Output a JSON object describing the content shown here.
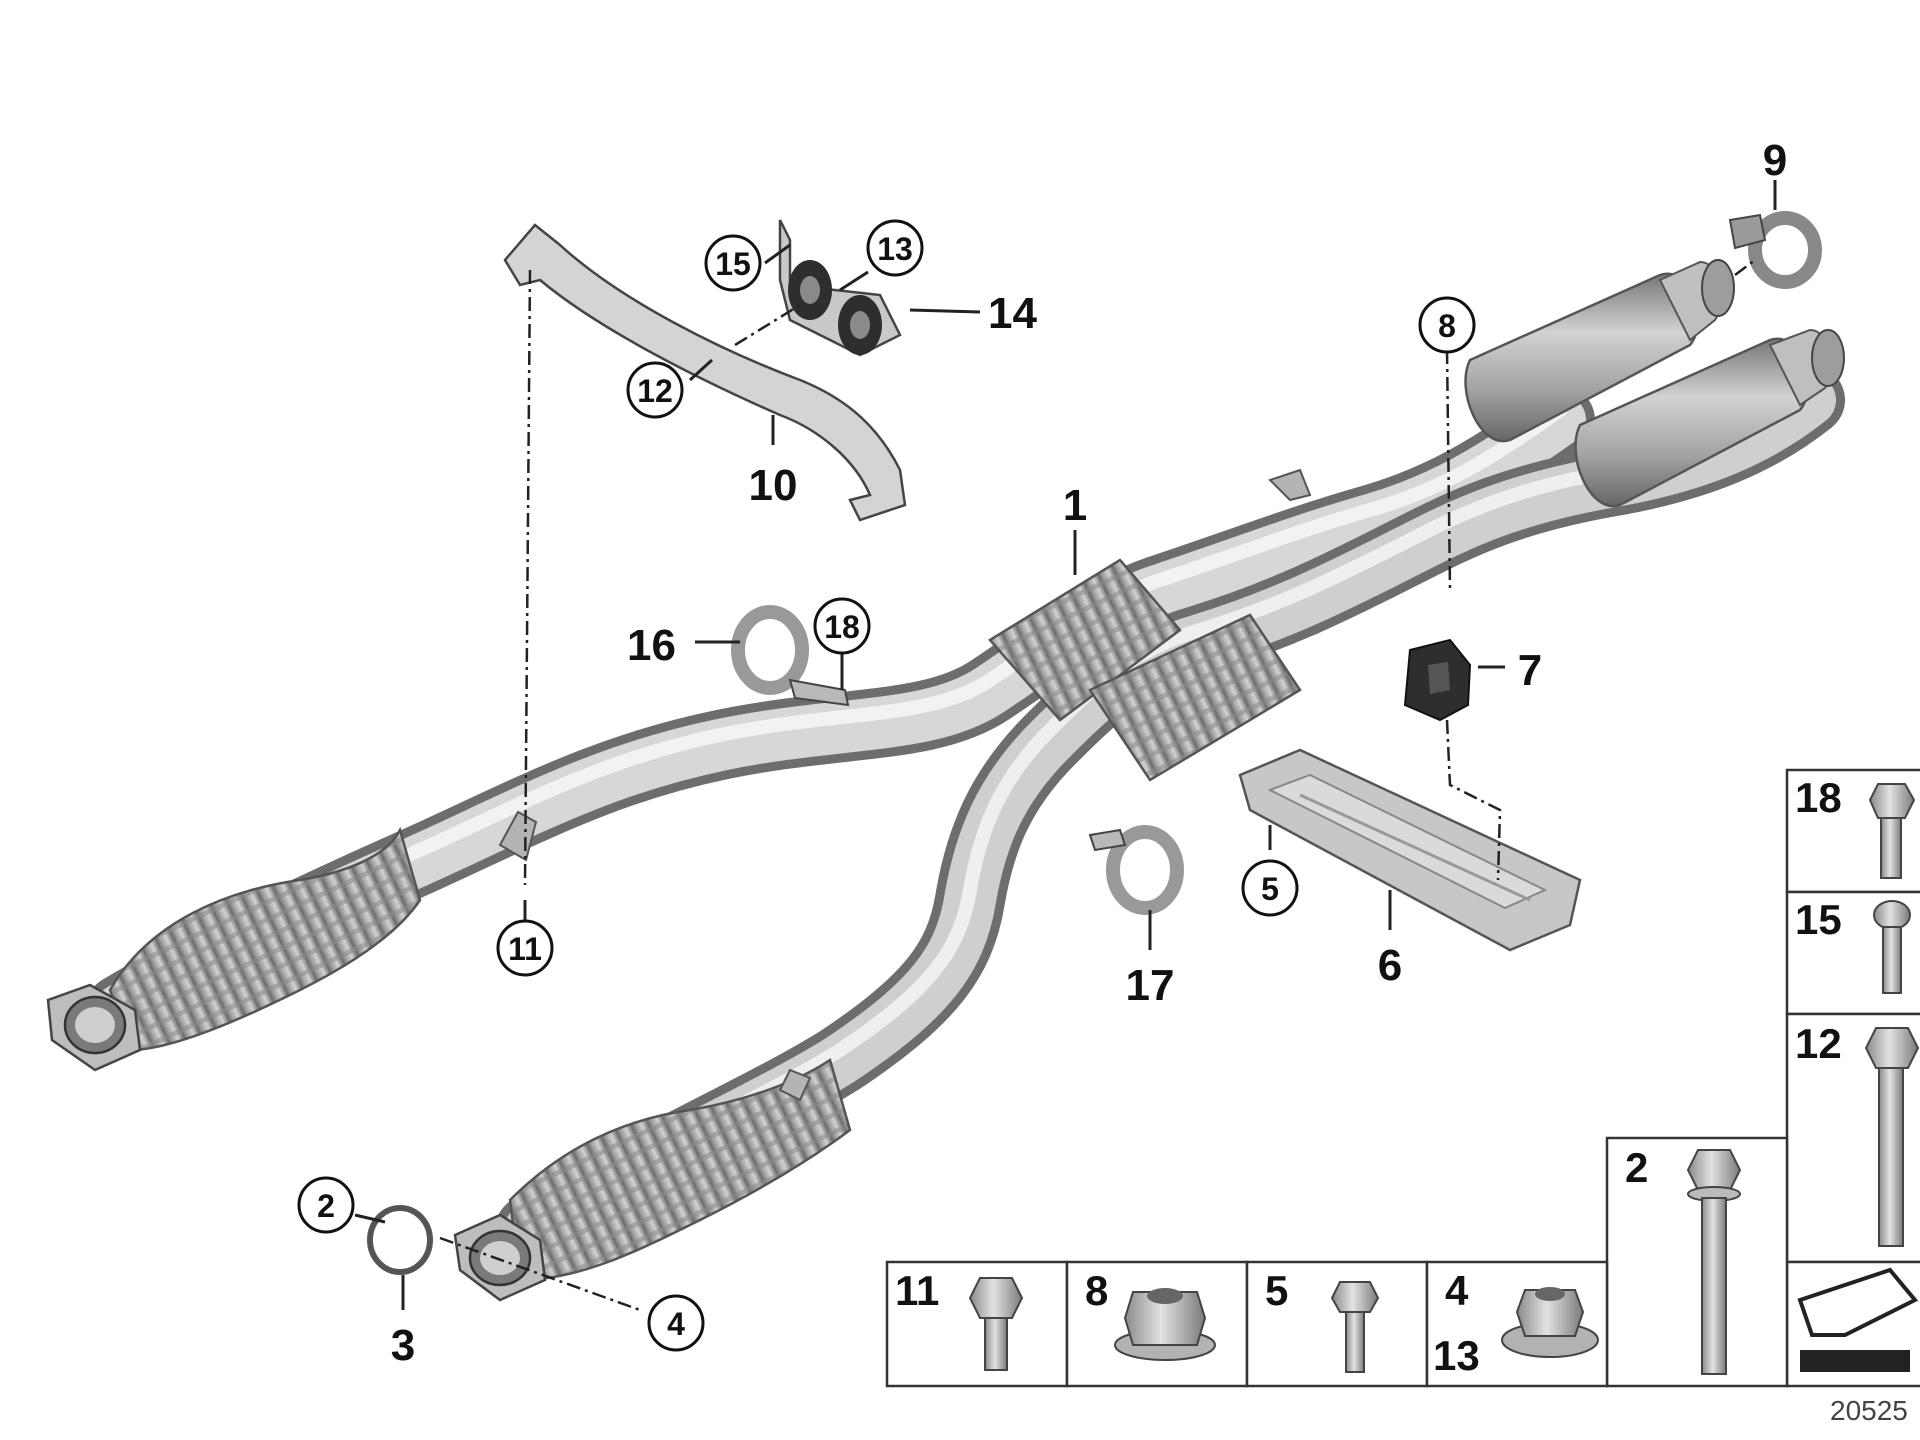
{
  "diagram": {
    "drawing_number": "20525",
    "part_labels": [
      "1",
      "3",
      "6",
      "7",
      "9",
      "10",
      "14",
      "16",
      "17"
    ],
    "callouts": [
      "2",
      "4",
      "5",
      "8",
      "11",
      "12",
      "13",
      "15",
      "18"
    ],
    "hardware_table": {
      "right_column": [
        "18",
        "15",
        "12"
      ],
      "bottom_row": [
        "11",
        "8",
        "5",
        "4"
      ],
      "bottom_row_extra": "13",
      "tall_cell": "2"
    }
  },
  "colors": {
    "metal_light": "#d9d9d9",
    "metal_mid": "#a8a8a8",
    "metal_dark": "#6e6e6e",
    "rubber": "#2e2e2e",
    "line": "#222222"
  },
  "icons": [
    "arrow-direction-icon"
  ]
}
